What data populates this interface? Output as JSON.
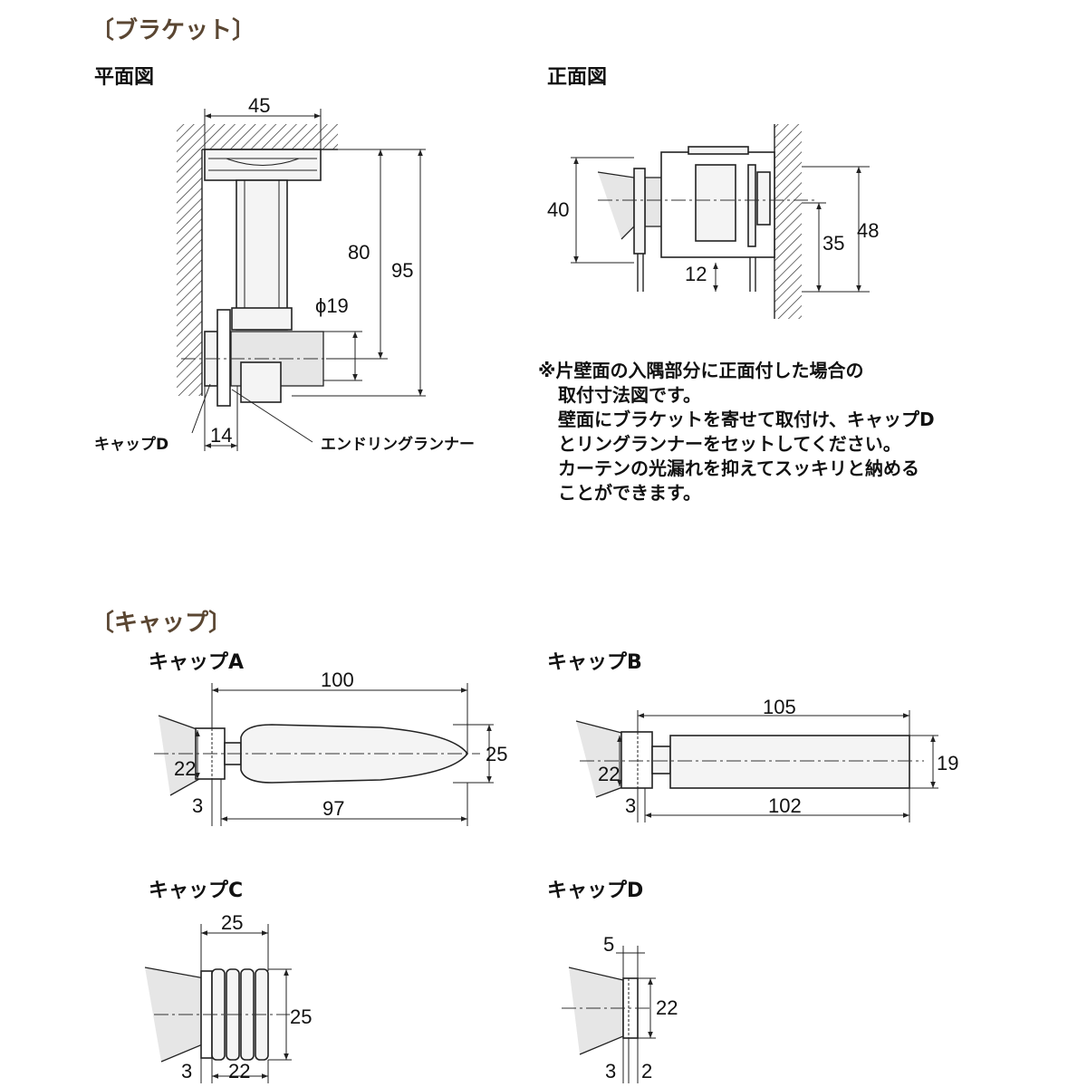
{
  "bracket_section": {
    "title": "〔ブラケット〕",
    "plan_view": {
      "title": "平面図",
      "dims": {
        "width": "45",
        "d80": "80",
        "d95": "95",
        "phi": "ϕ19",
        "d14": "14"
      },
      "labels": {
        "cap_d": "キャップD",
        "end_runner": "エンドリングランナー"
      }
    },
    "front_view": {
      "title": "正面図",
      "dims": {
        "d40": "40",
        "d35": "35",
        "d48": "48",
        "d12": "12"
      }
    },
    "note": [
      "※片壁面の入隅部分に正面付した場合の",
      "取付寸法図です。",
      "壁面にブラケットを寄せて取付け、キャップD",
      "とリングランナーをセットしてください。",
      "カーテンの光漏れを抑えてスッキリと納める",
      "ことができます。"
    ]
  },
  "cap_section": {
    "title": "〔キャップ〕",
    "cap_a": {
      "title": "キャップA",
      "dims": {
        "total": "100",
        "diameter": "25",
        "rod": "22",
        "gap": "3",
        "body": "97"
      }
    },
    "cap_b": {
      "title": "キャップB",
      "dims": {
        "total": "105",
        "diameter": "19",
        "rod": "22",
        "gap": "3",
        "body": "102"
      }
    },
    "cap_c": {
      "title": "キャップC",
      "dims": {
        "width": "25",
        "diameter": "25",
        "gap": "3",
        "inner": "22"
      }
    },
    "cap_d": {
      "title": "キャップD",
      "dims": {
        "width": "5",
        "diameter": "22",
        "gap": "3",
        "tail": "2"
      }
    }
  }
}
